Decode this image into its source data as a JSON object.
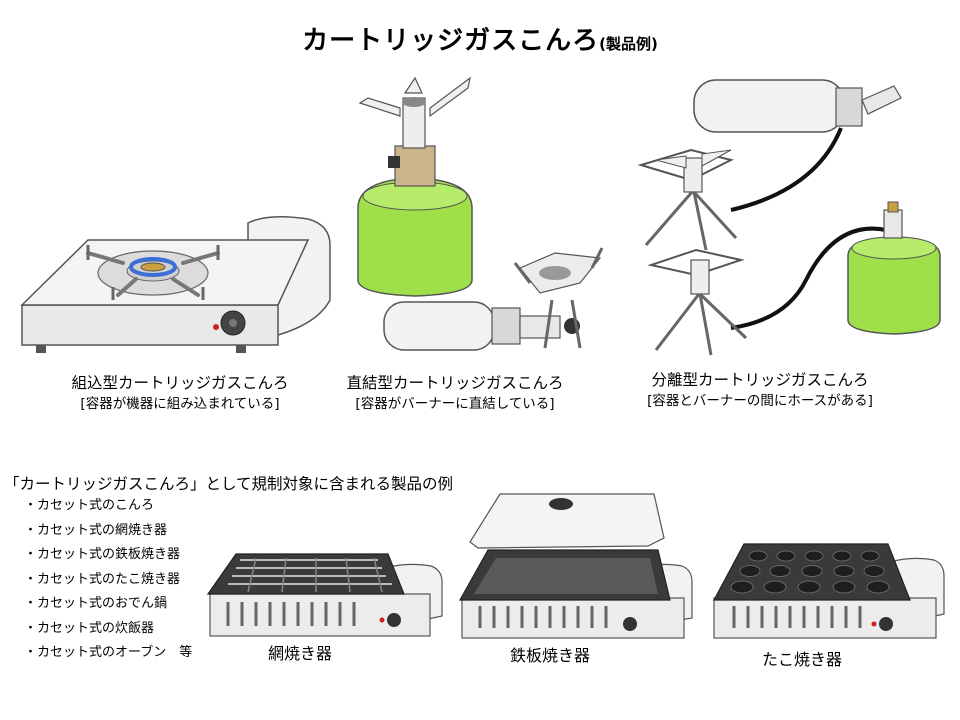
{
  "title": {
    "main": "カートリッジガスこんろ",
    "sub": "(製品例)"
  },
  "types": [
    {
      "name": "組込型カートリッジガスこんろ",
      "desc": "[容器が機器に組み込まれている]"
    },
    {
      "name": "直結型カートリッジガスこんろ",
      "desc": "[容器がバーナーに直結している]"
    },
    {
      "name": "分離型カートリッジガスこんろ",
      "desc": "[容器とバーナーの間にホースがある]"
    }
  ],
  "regulation_heading": "「カートリッジガスこんろ」として規制対象に含まれる製品の例",
  "examples": [
    "・カセット式のこんろ",
    "・カセット式の網焼き器",
    "・カセット式の鉄板焼き器",
    "・カセット式のたこ焼き器",
    "・カセット式のおでん鍋",
    "・カセット式の炊飯器",
    "・カセット式のオーブン　等"
  ],
  "products": [
    {
      "label": "網焼き器"
    },
    {
      "label": "鉄板焼き器"
    },
    {
      "label": "たこ焼き器"
    }
  ],
  "colors": {
    "gas_can": "#9fe04a",
    "steel": "#e6e6e6",
    "outline": "#555555",
    "dark_plate": "#3a3a3a",
    "hose": "#111111",
    "knob_red": "#d02020",
    "flame_blue": "#3a6fd8"
  }
}
